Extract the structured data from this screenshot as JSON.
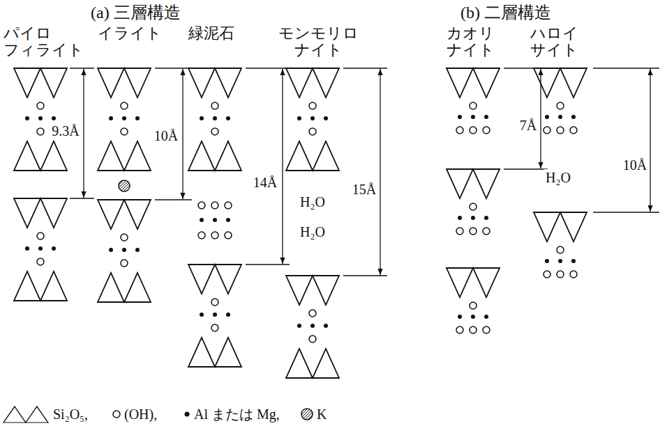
{
  "diagram": {
    "labels": [
      "(a) 三層構造",
      "(b) 二層構造",
      "パイロ フィライト",
      "イライト",
      "緑泥石",
      "モンモリロ ナイト",
      "カオリ ナイト",
      "ハロイ サイト",
      "9.3Å",
      "10Å",
      "14Å",
      "15Å",
      "H₂O",
      "H₂O",
      "7Å",
      "10Å",
      "H₂O"
    ],
    "legend": [
      {
        "text": "Si₂O₅,"
      },
      {
        "text": "(OH),"
      },
      {
        "text": "Al または Mg,"
      },
      {
        "text": "K"
      }
    ]
  }
}
